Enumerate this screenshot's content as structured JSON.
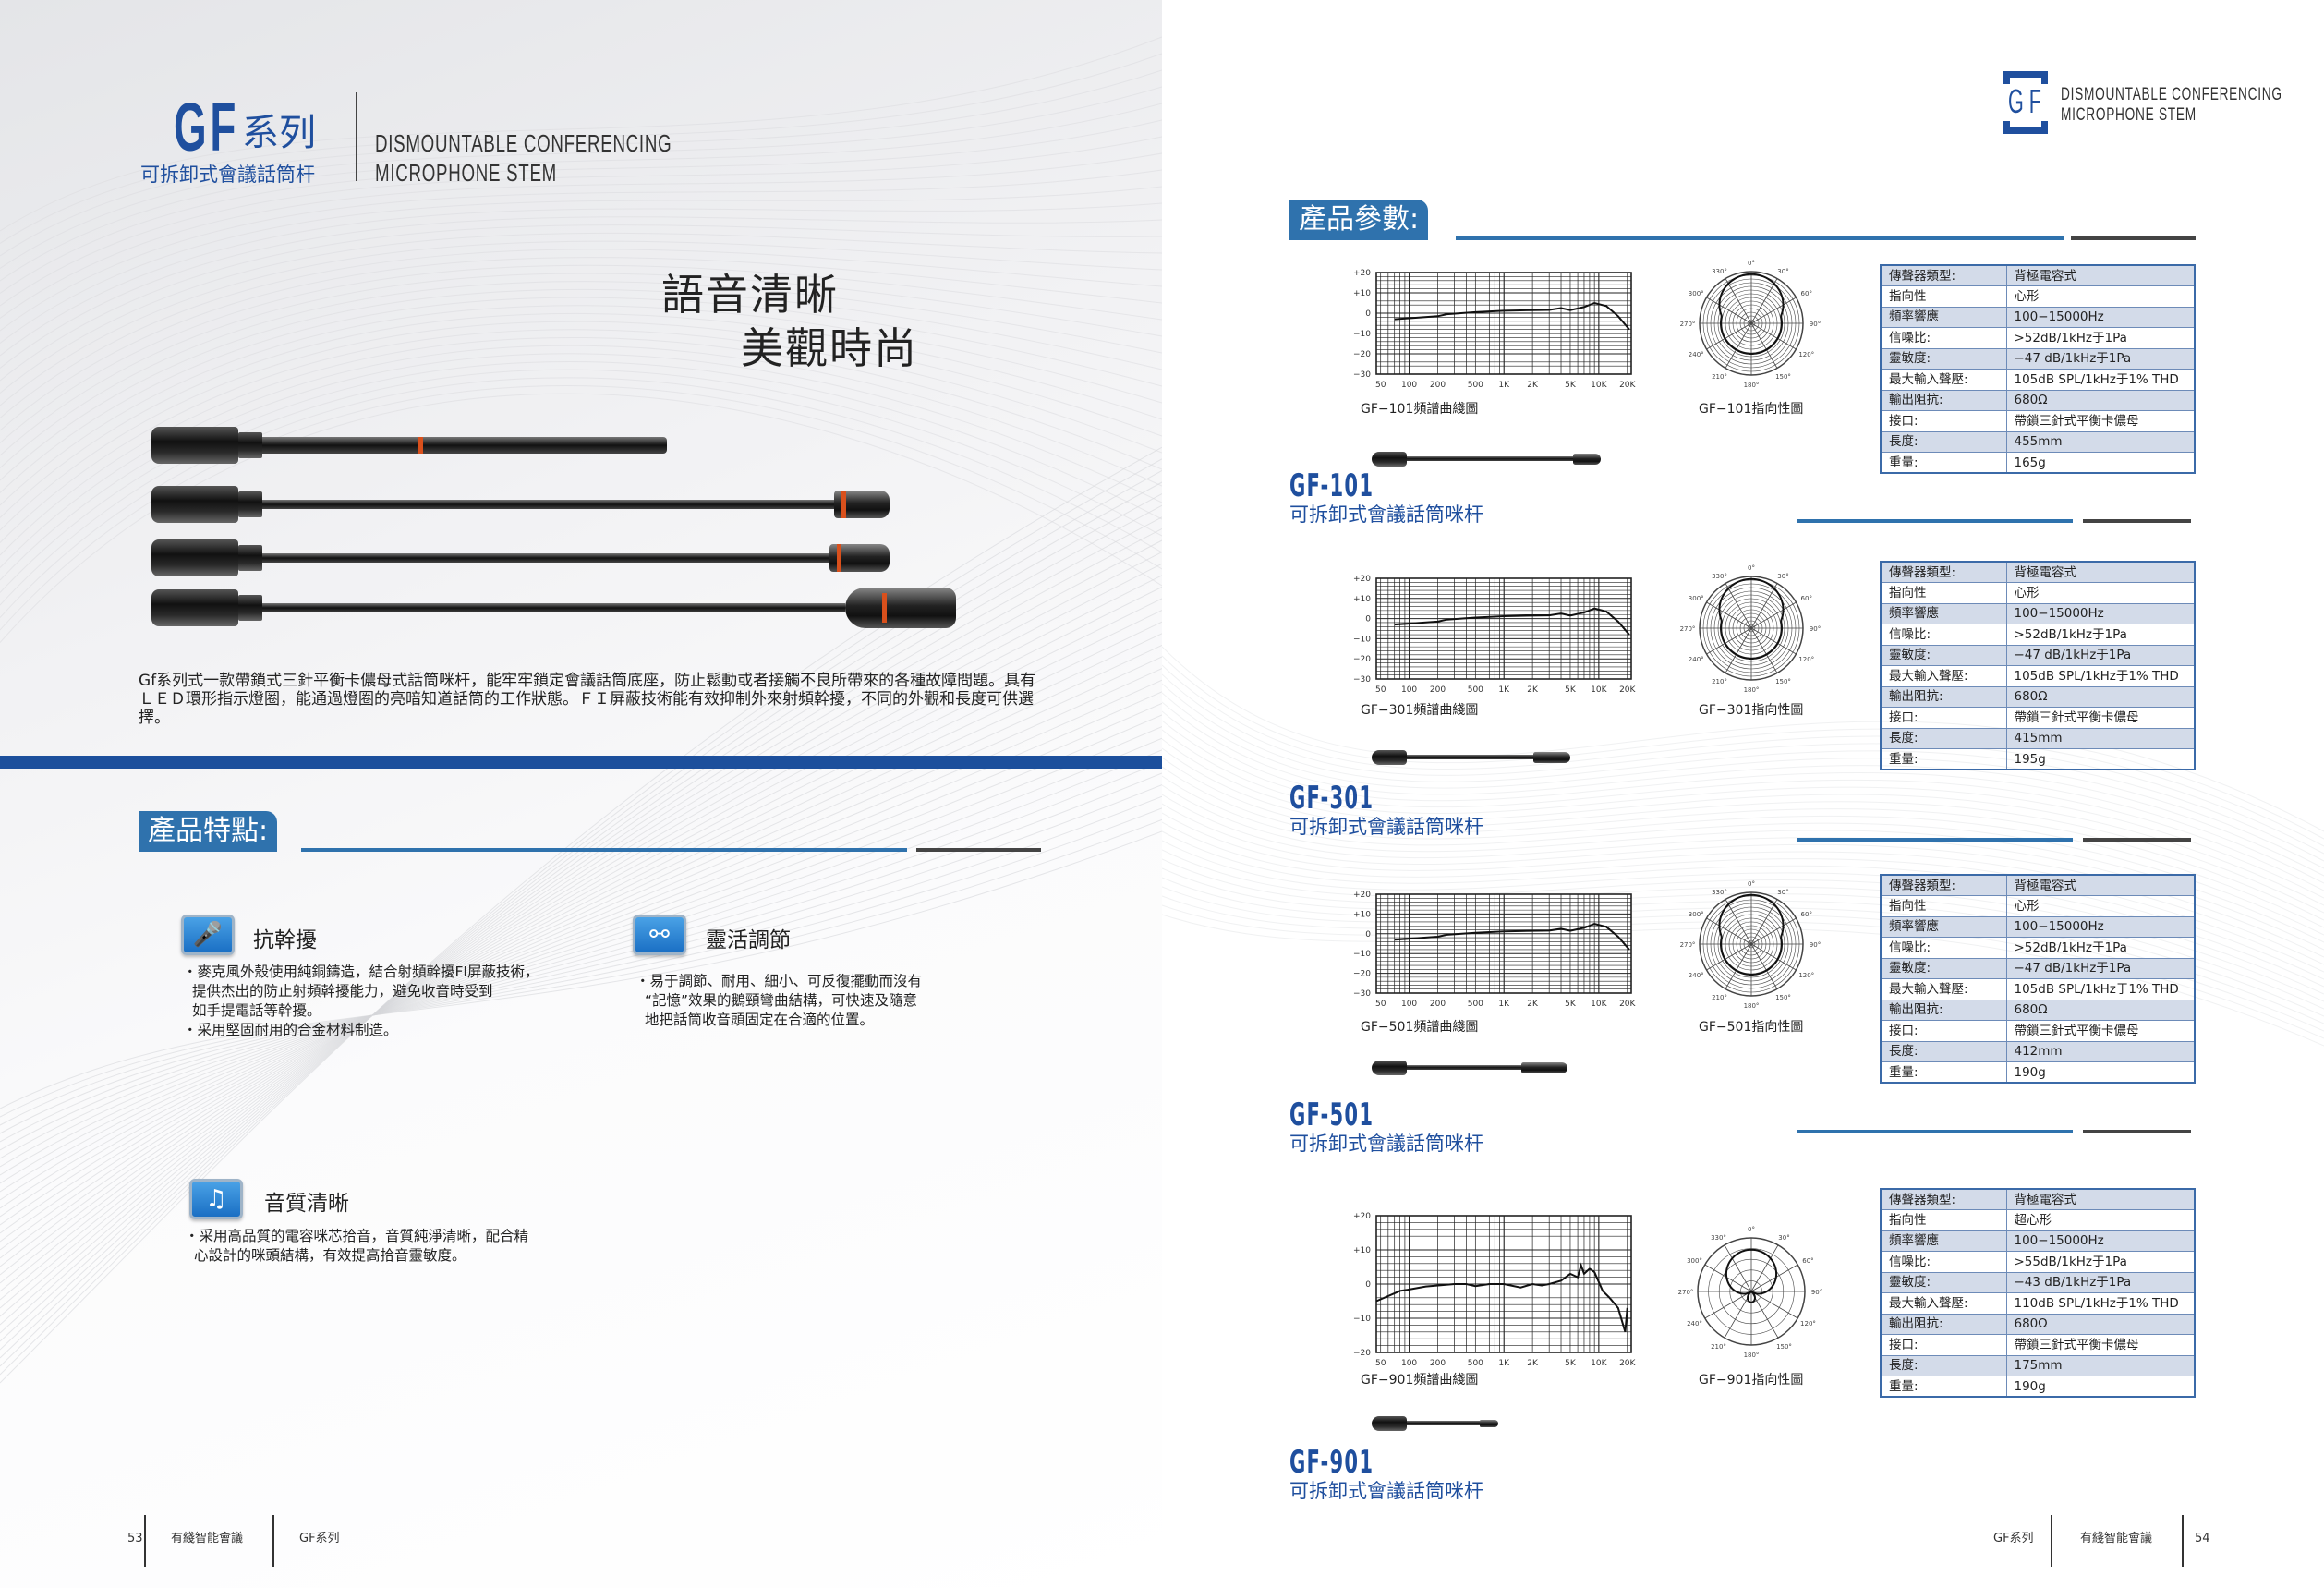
{
  "left_page": {
    "logo": {
      "gf": "GF",
      "series": "系列",
      "subtitle": "可拆卸式會議話筒杆",
      "english_line1": "DISMOUNTABLE CONFERENCING",
      "english_line2": "MICROPHONE STEM"
    },
    "slogan_line1": "語音清晰",
    "slogan_line2": "美觀時尚",
    "description": "Gf系列式一款帶鎖式三針平衡卡儂母式話筒咪杆，能牢牢鎖定會議話筒底座，防止鬆動或者接觸不良所帶來的各種故障問題。具有ＬＥＤ環形指示燈圈，能通過燈圈的亮暗知道話筒的工作狀態。ＦＩ屏蔽技術能有效抑制外來射頻幹擾，不同的外觀和長度可供選擇。",
    "features_heading": "產品特點:",
    "features": [
      {
        "icon": "microphone-waves-icon",
        "title": "抗幹擾",
        "bullets": [
          "・麥克風外殼使用純銅鑄造，結合射頻幹擾FI屏蔽技術，",
          "  提供杰出的防止射頻幹擾能力，避免收音時受到",
          "  如手提電話等幹擾。",
          "・采用堅固耐用的合金材料制造。"
        ]
      },
      {
        "icon": "joint-links-icon",
        "title": "靈活調節",
        "bullets": [
          "・易于調節、耐用、細小、可反復擺動而沒有",
          "  “記憶”效果的鵝頸彎曲結構，可快速及隨意",
          "  地把話筒收音頭固定在合適的位置。"
        ]
      },
      {
        "icon": "music-note-icon",
        "title": "音質清晰",
        "bullets": [
          "・采用高品質的電容咪芯拾音，音質純淨清晰，配合精",
          "  心設計的咪頭結構，有效提高拾音靈敏度。"
        ]
      }
    ],
    "footer": {
      "page": "53",
      "company": "有綫智能會議",
      "series": "GF系列"
    }
  },
  "right_page": {
    "logo": {
      "letters": "G F",
      "english_line1": "DISMOUNTABLE CONFERENCING",
      "english_line2": "MICROPHONE STEM"
    },
    "params_heading": "產品參數:",
    "freq_y_ticks_a": [
      "+20",
      "+10",
      "0",
      "−10",
      "−20",
      "−30"
    ],
    "freq_y_ticks_b": [
      "+20",
      "+10",
      "0",
      "−10",
      "−20"
    ],
    "freq_x_ticks": [
      "50",
      "100",
      "200",
      "500",
      "1K",
      "2K",
      "5K",
      "10K",
      "20K"
    ],
    "polar_angle_labels": [
      "0°",
      "30°",
      "60°",
      "90°",
      "120°",
      "150°",
      "180°",
      "210°",
      "240°",
      "270°",
      "300°",
      "330°"
    ],
    "products": [
      {
        "model": "GF-101",
        "subtitle": "可拆卸式會議話筒咪杆",
        "freq_caption": "GF−101頻譜曲綫圖",
        "polar_caption": "GF−101指向性圖",
        "pattern": "cardioid",
        "response": [
          [
            70,
            -3
          ],
          [
            100,
            -2.5
          ],
          [
            200,
            -1.5
          ],
          [
            250,
            -0.5
          ],
          [
            500,
            0.5
          ],
          [
            1000,
            1.2
          ],
          [
            2000,
            1.5
          ],
          [
            3000,
            1.6
          ],
          [
            4000,
            2.5
          ],
          [
            5000,
            1.5
          ],
          [
            7000,
            3
          ],
          [
            9000,
            5
          ],
          [
            12000,
            3.5
          ],
          [
            16000,
            -1.5
          ],
          [
            21000,
            -8
          ]
        ],
        "specs": [
          [
            "傳聲器類型:",
            "背極電容式"
          ],
          [
            "指向性",
            "心形"
          ],
          [
            "頻率響應",
            "100−15000Hz"
          ],
          [
            "信噪比:",
            ">52dB/1kHz于1Pa"
          ],
          [
            "靈敏度:",
            "−47 dB/1kHz于1Pa"
          ],
          [
            "最大輸入聲壓:",
            "105dB SPL/1kHz于1% THD"
          ],
          [
            "輸出阻抗:",
            "680Ω"
          ],
          [
            "接口:",
            "帶鎖三針式平衡卡儂母"
          ],
          [
            "長度:",
            "455mm"
          ],
          [
            "重量:",
            "165g"
          ]
        ]
      },
      {
        "model": "GF-301",
        "subtitle": "可拆卸式會議話筒咪杆",
        "freq_caption": "GF−301頻譜曲綫圖",
        "polar_caption": "GF−301指向性圖",
        "pattern": "cardioid",
        "response": [
          [
            70,
            -3
          ],
          [
            100,
            -2.5
          ],
          [
            200,
            -1.5
          ],
          [
            250,
            -0.5
          ],
          [
            500,
            0.5
          ],
          [
            1000,
            1.2
          ],
          [
            2000,
            1.5
          ],
          [
            3000,
            1.6
          ],
          [
            4000,
            2.5
          ],
          [
            5000,
            1.5
          ],
          [
            7000,
            3
          ],
          [
            9000,
            5
          ],
          [
            12000,
            3.5
          ],
          [
            16000,
            -1.5
          ],
          [
            21000,
            -8
          ]
        ],
        "specs": [
          [
            "傳聲器類型:",
            "背極電容式"
          ],
          [
            "指向性",
            "心形"
          ],
          [
            "頻率響應",
            "100−15000Hz"
          ],
          [
            "信噪比:",
            ">52dB/1kHz于1Pa"
          ],
          [
            "靈敏度:",
            "−47 dB/1kHz于1Pa"
          ],
          [
            "最大輸入聲壓:",
            "105dB SPL/1kHz于1% THD"
          ],
          [
            "輸出阻抗:",
            "680Ω"
          ],
          [
            "接口:",
            "帶鎖三針式平衡卡儂母"
          ],
          [
            "長度:",
            "415mm"
          ],
          [
            "重量:",
            "195g"
          ]
        ]
      },
      {
        "model": "GF-501",
        "subtitle": "可拆卸式會議話筒咪杆",
        "freq_caption": "GF−501頻譜曲綫圖",
        "polar_caption": "GF−501指向性圖",
        "pattern": "cardioid",
        "response": [
          [
            70,
            -3
          ],
          [
            100,
            -2.5
          ],
          [
            200,
            -1.5
          ],
          [
            250,
            -0.5
          ],
          [
            500,
            0.5
          ],
          [
            1000,
            1.2
          ],
          [
            2000,
            1.5
          ],
          [
            3000,
            1.6
          ],
          [
            4000,
            2.5
          ],
          [
            5000,
            1.5
          ],
          [
            7000,
            3
          ],
          [
            9000,
            5
          ],
          [
            12000,
            3.5
          ],
          [
            16000,
            -1.5
          ],
          [
            21000,
            -8
          ]
        ],
        "specs": [
          [
            "傳聲器類型:",
            "背極電容式"
          ],
          [
            "指向性",
            "心形"
          ],
          [
            "頻率響應",
            "100−15000Hz"
          ],
          [
            "信噪比:",
            ">52dB/1kHz于1Pa"
          ],
          [
            "靈敏度:",
            "−47 dB/1kHz于1Pa"
          ],
          [
            "最大輸入聲壓:",
            "105dB SPL/1kHz于1% THD"
          ],
          [
            "輸出阻抗:",
            "680Ω"
          ],
          [
            "接口:",
            "帶鎖三針式平衡卡儂母"
          ],
          [
            "長度:",
            "412mm"
          ],
          [
            "重量:",
            "190g"
          ]
        ]
      },
      {
        "model": "GF-901",
        "subtitle": "可拆卸式會議話筒咪杆",
        "freq_caption": "GF−901頻譜曲綫圖",
        "polar_caption": "GF−901指向性圖",
        "pattern": "supercardioid",
        "response": [
          [
            45,
            -5
          ],
          [
            80,
            -2
          ],
          [
            100,
            -1.6
          ],
          [
            150,
            -0.7
          ],
          [
            300,
            0
          ],
          [
            400,
            0
          ],
          [
            500,
            -0.6
          ],
          [
            700,
            0
          ],
          [
            1000,
            0
          ],
          [
            1500,
            -1
          ],
          [
            2000,
            0
          ],
          [
            2500,
            -0.4
          ],
          [
            3000,
            0
          ],
          [
            4000,
            1
          ],
          [
            5000,
            3
          ],
          [
            6000,
            2
          ],
          [
            6500,
            5.5
          ],
          [
            7000,
            3
          ],
          [
            8000,
            4.5
          ],
          [
            9000,
            3.5
          ],
          [
            11000,
            -2
          ],
          [
            13000,
            -4
          ],
          [
            16000,
            -7
          ],
          [
            19000,
            -14
          ],
          [
            20000,
            -7
          ]
        ],
        "specs": [
          [
            "傳聲器類型:",
            "背極電容式"
          ],
          [
            "指向性",
            "超心形"
          ],
          [
            "頻率響應",
            "100−15000Hz"
          ],
          [
            "信噪比:",
            ">55dB/1kHz于1Pa"
          ],
          [
            "靈敏度:",
            "−43 dB/1kHz于1Pa"
          ],
          [
            "最大輸入聲壓:",
            "110dB SPL/1kHz于1% THD"
          ],
          [
            "輸出阻抗:",
            "680Ω"
          ],
          [
            "接口:",
            "帶鎖三針式平衡卡儂母"
          ],
          [
            "長度:",
            "175mm"
          ],
          [
            "重量:",
            "190g"
          ]
        ]
      }
    ],
    "footer": {
      "series": "GF系列",
      "company": "有綫智能會議",
      "page": "54"
    }
  },
  "colors": {
    "brand_blue": "#1f4f9e",
    "section_blue": "#2f72ad",
    "band_blue": "#1c4f9c"
  }
}
